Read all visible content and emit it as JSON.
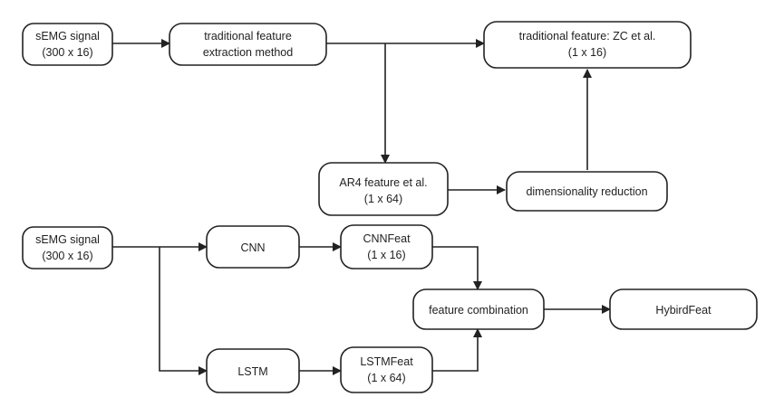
{
  "diagram": {
    "nodes": [
      {
        "id": "semg_top",
        "lines": [
          "sEMG signal",
          "(300 x 16)"
        ]
      },
      {
        "id": "trad_method",
        "lines": [
          "traditional feature",
          "extraction method"
        ]
      },
      {
        "id": "trad_feat",
        "lines": [
          "traditional feature: ZC et al.",
          "(1 x 16)"
        ]
      },
      {
        "id": "ar4",
        "lines": [
          "AR4 feature et al.",
          "(1 x 64)"
        ]
      },
      {
        "id": "dimred",
        "lines": [
          "dimensionality reduction"
        ]
      },
      {
        "id": "semg_bottom",
        "lines": [
          "sEMG signal",
          "(300 x 16)"
        ]
      },
      {
        "id": "cnn",
        "lines": [
          "CNN"
        ]
      },
      {
        "id": "cnnfeat",
        "lines": [
          "CNNFeat",
          "(1 x 16)"
        ]
      },
      {
        "id": "lstm",
        "lines": [
          "LSTM"
        ]
      },
      {
        "id": "lstmfeat",
        "lines": [
          "LSTMFeat",
          "(1 x 64)"
        ]
      },
      {
        "id": "combination",
        "lines": [
          "feature combination"
        ]
      },
      {
        "id": "hybird",
        "lines": [
          "HybirdFeat"
        ]
      }
    ],
    "edges": [
      {
        "from": "semg_top",
        "to": "trad_method"
      },
      {
        "from": "trad_method",
        "to": "trad_feat"
      },
      {
        "from": "trad_method",
        "to": "ar4"
      },
      {
        "from": "ar4",
        "to": "dimred"
      },
      {
        "from": "dimred",
        "to": "trad_feat"
      },
      {
        "from": "semg_bottom",
        "to": "cnn"
      },
      {
        "from": "semg_bottom",
        "to": "lstm"
      },
      {
        "from": "cnn",
        "to": "cnnfeat"
      },
      {
        "from": "lstm",
        "to": "lstmfeat"
      },
      {
        "from": "cnnfeat",
        "to": "combination"
      },
      {
        "from": "lstmfeat",
        "to": "combination"
      },
      {
        "from": "combination",
        "to": "hybird"
      }
    ]
  }
}
